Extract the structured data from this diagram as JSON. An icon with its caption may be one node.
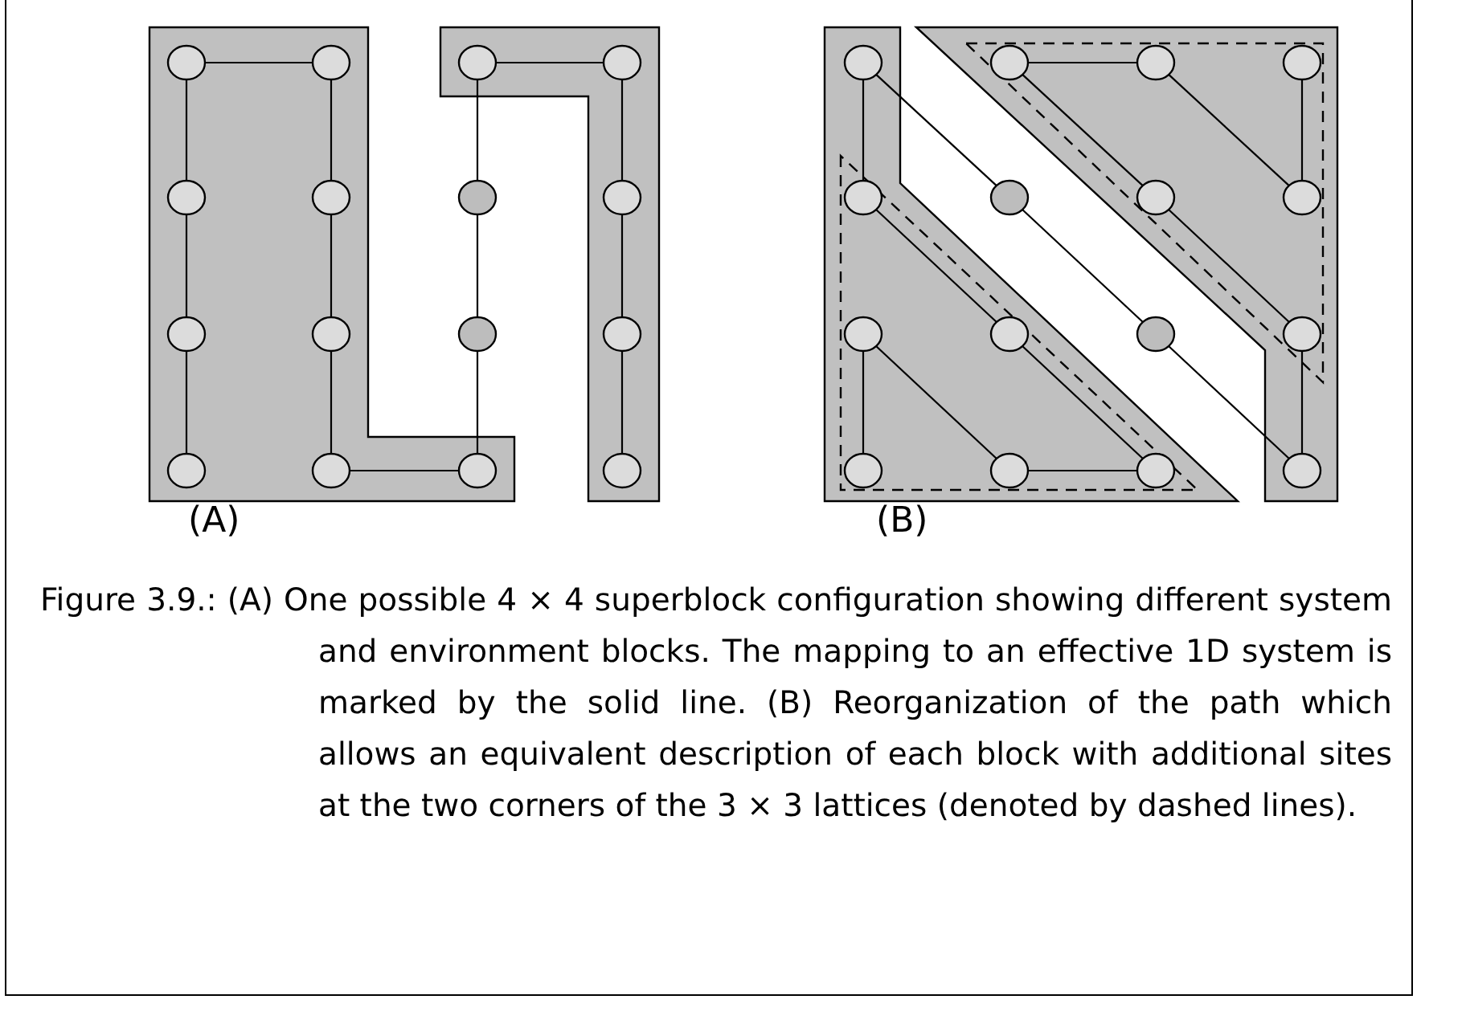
{
  "diagram": {
    "caption": "Figure 3.9.: (A) One possible 4 × 4 superblock configuration showing different system and environment blocks. The mapping to an effective 1D system is marked by the solid line. (B) Reorganization of the path which allows an equivalent description of each block with additional sites at the two corners of the 3 × 3 lattices (denoted by dashed lines).",
    "nodes": [
      {
        "text": [],
        "shape": "circle"
      },
      {
        "text": [],
        "shape": "circle"
      },
      {
        "text": [],
        "shape": "circle"
      },
      {
        "text": [],
        "shape": "circle"
      },
      {
        "text": [],
        "shape": "circle"
      },
      {
        "text": [],
        "shape": "circle"
      },
      {
        "text": [],
        "shape": "circle"
      },
      {
        "text": [],
        "shape": "circle"
      },
      {
        "text": [],
        "shape": "circle"
      },
      {
        "text": [],
        "shape": "circle"
      },
      {
        "text": [],
        "shape": "circle"
      },
      {
        "text": [],
        "shape": "circle"
      },
      {
        "text": [],
        "shape": "circle"
      },
      {
        "text": [],
        "shape": "circle"
      },
      {
        "text": [],
        "shape": "circle"
      },
      {
        "text": [],
        "shape": "circle"
      },
      {
        "text": [],
        "shape": "circle"
      },
      {
        "text": [],
        "shape": "circle"
      },
      {
        "text": [],
        "shape": "circle"
      },
      {
        "text": [],
        "shape": "circle"
      },
      {
        "text": [],
        "shape": "circle"
      },
      {
        "text": [],
        "shape": "circle"
      },
      {
        "text": [],
        "shape": "circle"
      },
      {
        "text": [],
        "shape": "circle"
      },
      {
        "text": [],
        "shape": "circle"
      },
      {
        "text": [],
        "shape": "circle"
      },
      {
        "text": [],
        "shape": "circle"
      },
      {
        "text": [],
        "shape": "circle"
      },
      {
        "text": [],
        "shape": "circle"
      },
      {
        "text": [],
        "shape": "circle"
      },
      {
        "text": [],
        "shape": "circle"
      },
      {
        "text": [],
        "shape": "circle"
      }
    ],
    "edges": [
      {
        "from": 12,
        "to": 8,
        "arrow": "none"
      },
      {
        "from": 8,
        "to": 4,
        "arrow": "none"
      },
      {
        "from": 4,
        "to": 0,
        "arrow": "none"
      },
      {
        "from": 0,
        "to": 1,
        "arrow": "none"
      },
      {
        "from": 1,
        "to": 5,
        "arrow": "none"
      },
      {
        "from": 5,
        "to": 9,
        "arrow": "none"
      },
      {
        "from": 9,
        "to": 13,
        "arrow": "none"
      },
      {
        "from": 13,
        "to": 14,
        "arrow": "none"
      },
      {
        "from": 14,
        "to": 10,
        "arrow": "none"
      },
      {
        "from": 10,
        "to": 6,
        "arrow": "none"
      },
      {
        "from": 6,
        "to": 2,
        "arrow": "none"
      },
      {
        "from": 2,
        "to": 3,
        "arrow": "none"
      },
      {
        "from": 3,
        "to": 7,
        "arrow": "none"
      },
      {
        "from": 7,
        "to": 11,
        "arrow": "none"
      },
      {
        "from": 11,
        "to": 15,
        "arrow": "none"
      },
      {
        "from": 19,
        "to": 23,
        "arrow": "none"
      },
      {
        "from": 23,
        "to": 18,
        "arrow": "none"
      },
      {
        "from": 18,
        "to": 17,
        "arrow": "none"
      },
      {
        "from": 17,
        "to": 22,
        "arrow": "none"
      },
      {
        "from": 22,
        "to": 27,
        "arrow": "none"
      },
      {
        "from": 27,
        "to": 31,
        "arrow": "none"
      },
      {
        "from": 31,
        "to": 26,
        "arrow": "none"
      },
      {
        "from": 26,
        "to": 21,
        "arrow": "none"
      },
      {
        "from": 21,
        "to": 16,
        "arrow": "none"
      },
      {
        "from": 16,
        "to": 20,
        "arrow": "none"
      },
      {
        "from": 20,
        "to": 25,
        "arrow": "none"
      },
      {
        "from": 25,
        "to": 30,
        "arrow": "none"
      },
      {
        "from": 30,
        "to": 29,
        "arrow": "none"
      },
      {
        "from": 29,
        "to": 24,
        "arrow": "none"
      },
      {
        "from": 24,
        "to": 28,
        "arrow": "none"
      }
    ],
    "labels": [
      "(A)",
      "(B)"
    ]
  }
}
